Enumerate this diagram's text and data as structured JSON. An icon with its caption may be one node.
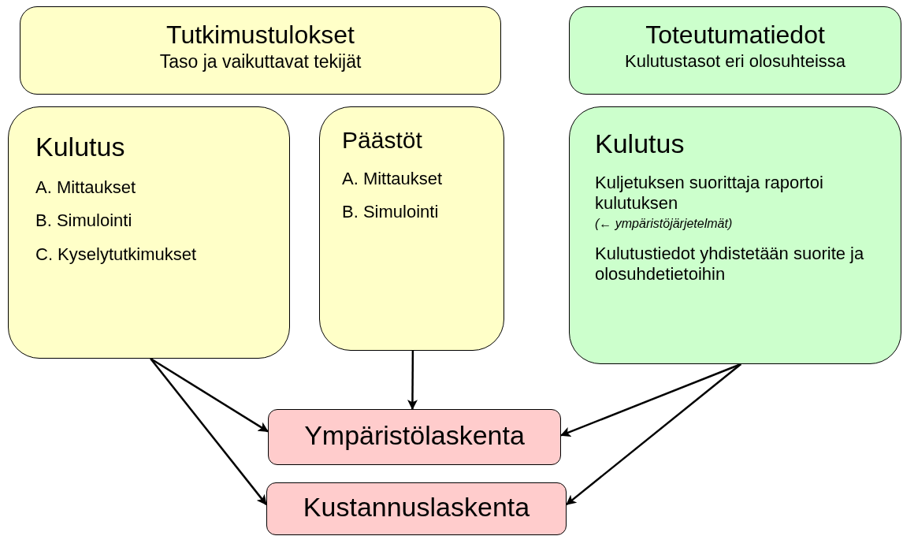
{
  "diagram": {
    "nodes": [
      {
        "text": [
          "Tutkimustulokset",
          "Taso ja vaikuttavat tekijät"
        ]
      },
      {
        "text": [
          "Toteutumatiedot",
          "Kulutustasot eri olosuhteissa"
        ]
      },
      {
        "text": [
          "Kulutus",
          "A. Mittaukset",
          "B. Simulointi",
          "C. Kyselytutkimukset"
        ]
      },
      {
        "text": [
          "Päästöt",
          "A. Mittaukset",
          "B. Simulointi"
        ]
      },
      {
        "text": [
          "Kulutus",
          "Kuljetuksen suorittaja raportoi kulutuksen",
          "(← ympäristöjärjetelmät)",
          "Kulutustiedot yhdistetään suorite ja olosuhdetietoihin"
        ]
      },
      {
        "text": [
          "Ympäristölaskenta"
        ]
      },
      {
        "text": [
          "Kustannuslaskenta"
        ]
      }
    ],
    "edges": [
      {
        "from": 2,
        "to": 5,
        "arrow": "to"
      },
      {
        "from": 2,
        "to": 6,
        "arrow": "to"
      },
      {
        "from": 3,
        "to": 5,
        "arrow": "to"
      },
      {
        "from": 4,
        "to": 5,
        "arrow": "to"
      },
      {
        "from": 4,
        "to": 6,
        "arrow": "to"
      }
    ]
  }
}
